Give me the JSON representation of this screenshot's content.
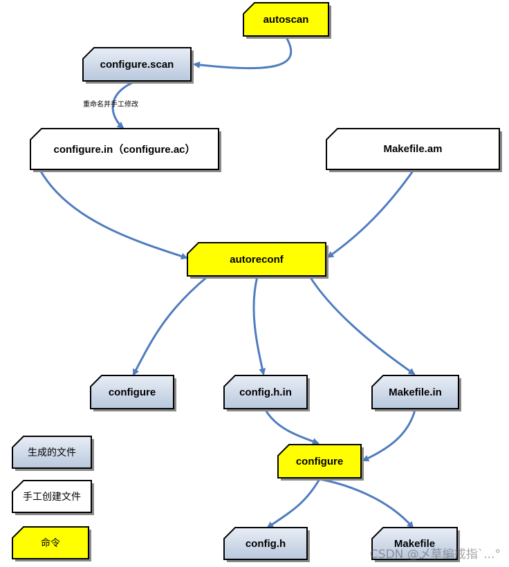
{
  "colors": {
    "command_fill": "#ffff00",
    "generated_fill_top": "#e9eef6",
    "generated_fill_bottom": "#b9c8dd",
    "manual_fill": "#ffffff",
    "border": "#000000",
    "shadow": "#8a8a8a",
    "arrow": "#4f7cbf"
  },
  "nodes": {
    "autoscan": "autoscan",
    "configure_scan": "configure.scan",
    "configure_in": "configure.in（configure.ac）",
    "makefile_am": "Makefile.am",
    "autoreconf": "autoreconf",
    "configure_out": "configure",
    "config_h_in": "config.h.in",
    "makefile_in": "Makefile.in",
    "configure_cmd": "configure",
    "config_h": "config.h",
    "makefile": "Makefile"
  },
  "edge_labels": {
    "rename_edit": "重命名并手工修改"
  },
  "legend": {
    "generated": "生成的文件",
    "manual": "手工创建文件",
    "command": "命令"
  },
  "watermark": "CSDN @乄草編戒指`...°"
}
